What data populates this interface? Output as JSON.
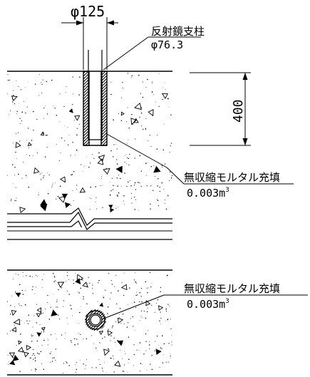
{
  "labels": {
    "pipe_outer_diameter": "φ125",
    "post_name": "反射鏡支柱",
    "post_diameter": "φ76.3",
    "embed_depth": "400",
    "grout_name_section": "無収縮モルタル充填",
    "grout_volume_section": "0.003m",
    "grout_volume_sup_section": "3",
    "grout_name_plan": "無収縮モルタル充填",
    "grout_volume_plan": "0.003m",
    "grout_volume_sup_plan": "3"
  },
  "colors": {
    "line": "#000000",
    "background": "#ffffff"
  }
}
